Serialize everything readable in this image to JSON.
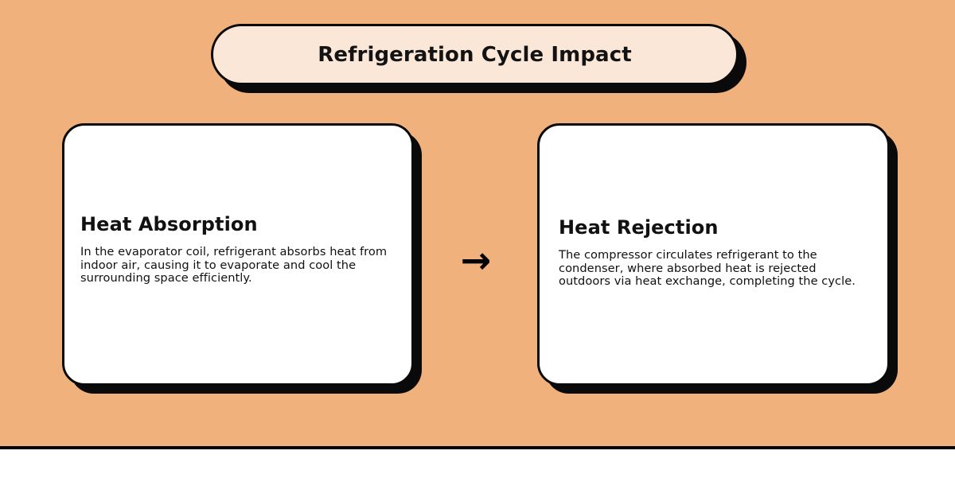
{
  "theme": {
    "background_color": "#f0b17c",
    "title_fill_color": "#fbe7d7",
    "card_fill_color": "#ffffff",
    "outline_color": "#0a0a0a",
    "text_color": "#111111",
    "footer_color": "#ffffff"
  },
  "header": {
    "title": "Refrigeration Cycle Impact"
  },
  "flow": {
    "connector_icon": "arrow-right-icon",
    "connector_glyph": "→",
    "steps": [
      {
        "heading": "Heat Absorption",
        "description": "In the evaporator coil, refrigerant absorbs heat from indoor air, causing it to evaporate and cool the surrounding space efficiently."
      },
      {
        "heading": "Heat Rejection",
        "description": "The compressor circulates refrigerant to the condenser, where absorbed heat is rejected outdoors via heat exchange, completing the cycle."
      }
    ]
  }
}
